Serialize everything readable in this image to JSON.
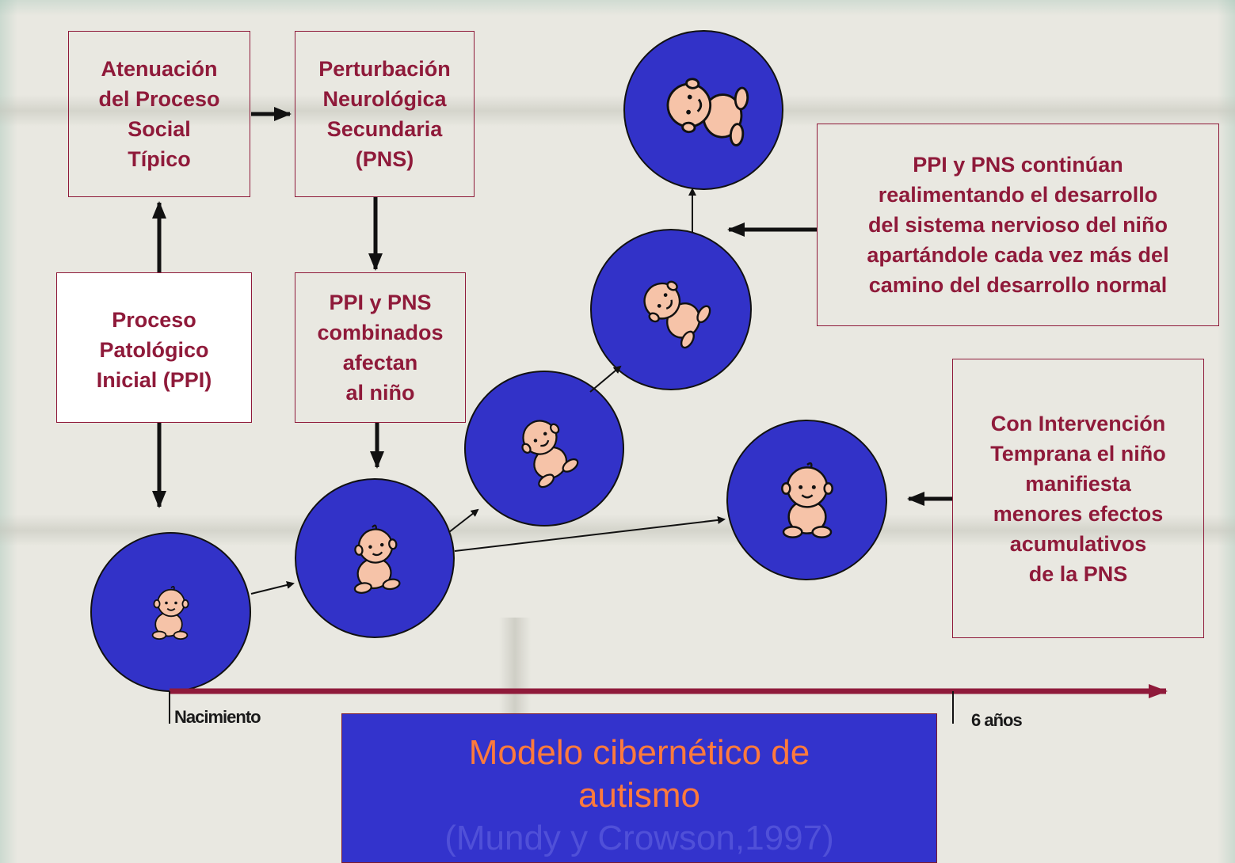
{
  "boxes": {
    "atenuacion": "Atenuación\ndel Proceso\nSocial\nTípico",
    "perturbacion": "Perturbación\nNeurológica\nSecundaria\n(PNS)",
    "proceso": "Proceso\nPatológico\nInicial (PPI)",
    "combinados": "PPI y PNS\ncombinados\nafectan\nal niño",
    "continuan": "PPI y PNS continúan\nrealimentando el desarrollo\ndel sistema nervioso del niño\napartándole cada vez más del\ncamino del desarrollo normal",
    "intervencion": "Con Intervención\nTemprana el niño\nmanifiesta\nmenores efectos\nacumulativos\nde la PNS"
  },
  "timeline": {
    "start_label": "Nacimiento",
    "end_label": "6 años"
  },
  "title": {
    "line1": "Modelo cibernético de",
    "line2": "autismo",
    "citation": "(Mundy y Crowson,1997)"
  },
  "colors": {
    "box_text": "#8f1a3a",
    "circle_fill": "#3232c8",
    "title_bg": "#3333cc",
    "title_text": "#ff7a3c",
    "timeline": "#8f1a3a"
  },
  "icons": {
    "stage": "baby-icon"
  }
}
